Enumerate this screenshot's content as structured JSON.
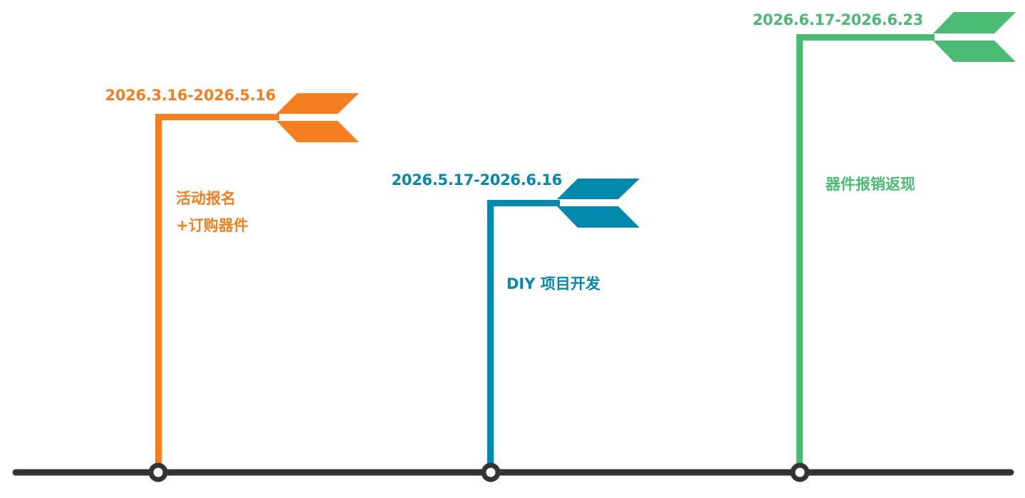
{
  "colors": {
    "axis": "#333333",
    "phase1": "#F47F20",
    "phase2": "#0388AE",
    "phase3": "#4BBA72"
  },
  "phases": [
    {
      "date": "2026.3.16-2026.5.16",
      "desc": "活动报名\n+订购器件"
    },
    {
      "date": "2026.5.17-2026.6.16",
      "desc": "DIY 项目开发"
    },
    {
      "date": "2026.6.17-2026.6.23",
      "desc": "器件报销返现"
    }
  ]
}
